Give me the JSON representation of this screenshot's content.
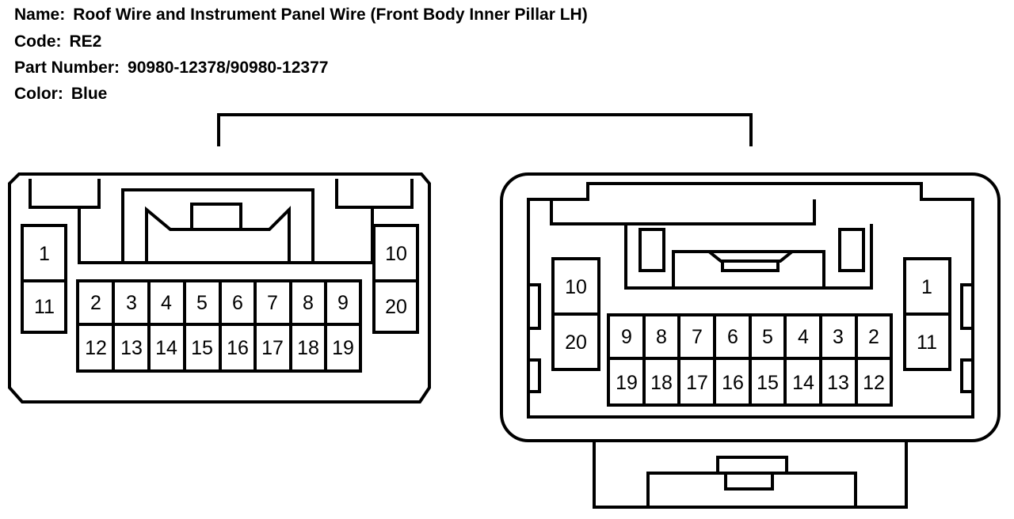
{
  "info": {
    "name_label": "Name:",
    "name_value": "Roof Wire and Instrument Panel Wire (Front Body Inner Pillar LH)",
    "code_label": "Code:",
    "code_value": "RE2",
    "part_label": "Part Number:",
    "part_value": "90980-12378/90980-12377",
    "color_label": "Color:",
    "color_value": "Blue"
  },
  "left_connector": {
    "pins": {
      "p1": "1",
      "p11": "11",
      "p10": "10",
      "p20": "20",
      "p2": "2",
      "p3": "3",
      "p4": "4",
      "p5": "5",
      "p6": "6",
      "p7": "7",
      "p8": "8",
      "p9": "9",
      "p12": "12",
      "p13": "13",
      "p14": "14",
      "p15": "15",
      "p16": "16",
      "p17": "17",
      "p18": "18",
      "p19": "19"
    }
  },
  "right_connector": {
    "pins": {
      "p10": "10",
      "p20": "20",
      "p1": "1",
      "p11": "11",
      "p9": "9",
      "p8": "8",
      "p7": "7",
      "p6": "6",
      "p5": "5",
      "p4": "4",
      "p3": "3",
      "p2": "2",
      "p19": "19",
      "p18": "18",
      "p17": "17",
      "p16": "16",
      "p15": "15",
      "p14": "14",
      "p13": "13",
      "p12": "12"
    }
  }
}
